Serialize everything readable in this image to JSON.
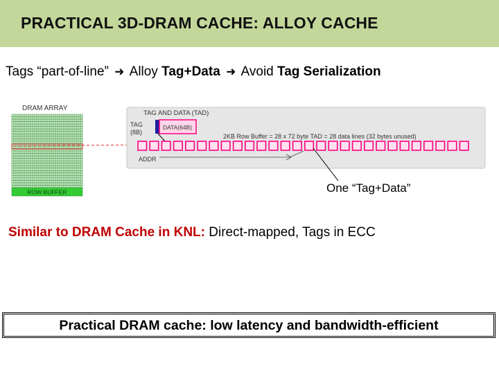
{
  "title": "PRACTICAL 3D-DRAM CACHE: ALLOY CACHE",
  "headline": {
    "part1": "Tags “part-of-line”",
    "arrow_icon": "right-arrow",
    "part2_a": "Alloy ",
    "part2_b": "Tag+Data",
    "part3_a": "Avoid ",
    "part3_b": "Tag Serialization"
  },
  "diagram": {
    "dram_array_label": "DRAM ARRAY",
    "row_buffer_label": "ROW BUFFER",
    "tad_label": "TAG AND DATA (TAD)",
    "tag_label": "TAG",
    "tag_size": "(8B)",
    "data_label": "DATA(64B)",
    "row_buffer_desc": "2KB Row Buffer = 28 x 72 byte TAD = 28 data lines (32 bytes unused)",
    "addr_label": "ADDR",
    "callout": "One “Tag+Data”",
    "colors": {
      "grid": "#3c9a3c",
      "row_buffer": "#33cc33",
      "slots": "#ff0080",
      "tag": "#1f1f9e",
      "panel": "#e6e6e6"
    }
  },
  "knl_line": {
    "emph": "Similar to DRAM Cache in KNL:",
    "rest": " Direct-mapped, Tags in ECC"
  },
  "conclusion": "Practical DRAM cache: low latency and bandwidth-efficient"
}
